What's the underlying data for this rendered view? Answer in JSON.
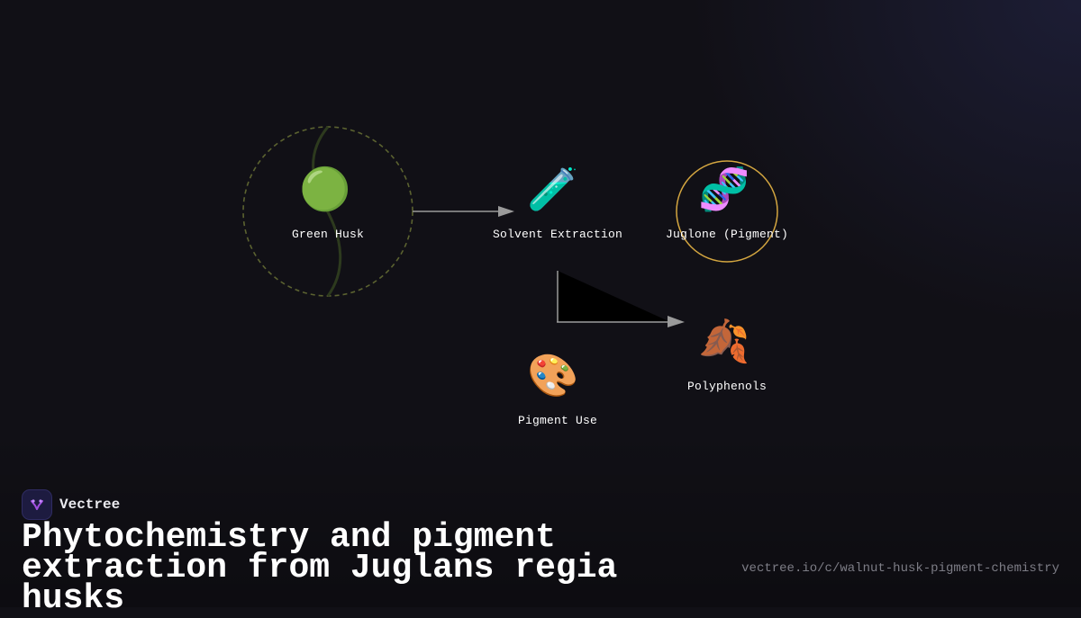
{
  "nodes": {
    "green_husk": {
      "label": "Green Husk",
      "icon": "green-circle",
      "glyph": "🟢"
    },
    "solvent_extraction": {
      "label": "Solvent Extraction",
      "icon": "test-tube",
      "glyph": "🧪"
    },
    "juglone": {
      "label": "Juglone (Pigment)",
      "icon": "dna",
      "glyph": "🧬"
    },
    "polyphenols": {
      "label": "Polyphenols",
      "icon": "fallen-leaves",
      "glyph": "🍂"
    },
    "pigment_use": {
      "label": "Pigment Use",
      "icon": "artist-palette",
      "glyph": "🎨"
    }
  },
  "colors": {
    "background": "#111016",
    "arrow": "#9a9a9a",
    "husk_ring": "#5b6230",
    "husk_curve": "#2d3a1e",
    "juglone_ring": "#d4a640",
    "triangle_fill": "#000000"
  },
  "brand": {
    "name": "Vectree",
    "icon": "vectree-logo"
  },
  "footer": {
    "title": "Phytochemistry and pigment extraction from Juglans regia husks",
    "url": "vectree.io/c/walnut-husk-pigment-chemistry"
  }
}
